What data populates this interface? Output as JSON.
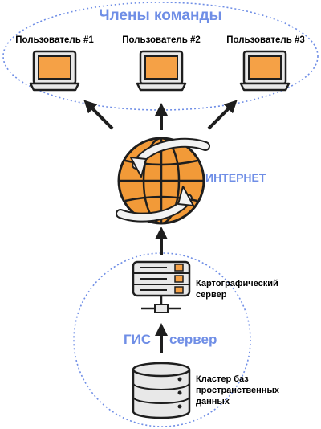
{
  "team": {
    "title": "Члены команды"
  },
  "users": [
    {
      "label": "Пользователь #1"
    },
    {
      "label": "Пользователь #2"
    },
    {
      "label": "Пользователь #3"
    }
  ],
  "internet": {
    "label": "ИНТЕРНЕТ"
  },
  "gis": {
    "word1": "ГИС",
    "word2": "сервер"
  },
  "map_server": {
    "label_line1": "Картографический",
    "label_line2": "сервер"
  },
  "cluster": {
    "label_line1": "Кластер баз",
    "label_line2": "пространственных",
    "label_line3": "данных"
  },
  "colors": {
    "accent_blue": "#6f8ee6",
    "screen_orange": "#f5a146",
    "globe_orange": "#f29a38",
    "device_gray": "#e8e8e8",
    "outline": "#1e1e1e"
  }
}
